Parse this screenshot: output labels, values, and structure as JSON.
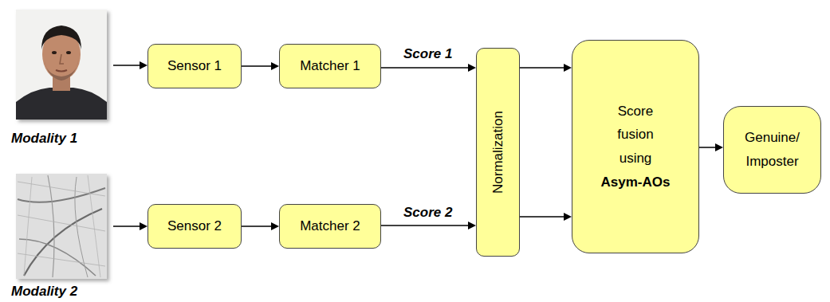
{
  "diagram": {
    "nodes": [
      {
        "text": [
          "Sensor 1"
        ]
      },
      {
        "text": [
          "Matcher 1"
        ]
      },
      {
        "text": [
          "Normalization"
        ]
      },
      {
        "text": [
          "Score fusion using",
          "Asym-AOs"
        ]
      },
      {
        "text": [
          "Genuine/ Imposter"
        ]
      },
      {
        "text": [
          "Sensor 2"
        ]
      },
      {
        "text": [
          "Matcher 2"
        ]
      }
    ],
    "edges": [
      {
        "from": 0,
        "to": 1,
        "arrow": "to"
      },
      {
        "from": 1,
        "to": 2,
        "label": "Score 1",
        "arrow": "to"
      },
      {
        "from": 2,
        "to": 3,
        "arrow": "to"
      },
      {
        "from": 2,
        "to": 3,
        "arrow": "to"
      },
      {
        "from": 3,
        "to": 4,
        "arrow": "to"
      },
      {
        "from": 5,
        "to": 6,
        "arrow": "to"
      },
      {
        "from": 6,
        "to": 2,
        "label": "Score 2",
        "arrow": "to"
      }
    ],
    "labels": [
      "Modality 1",
      "Modality 2"
    ]
  }
}
